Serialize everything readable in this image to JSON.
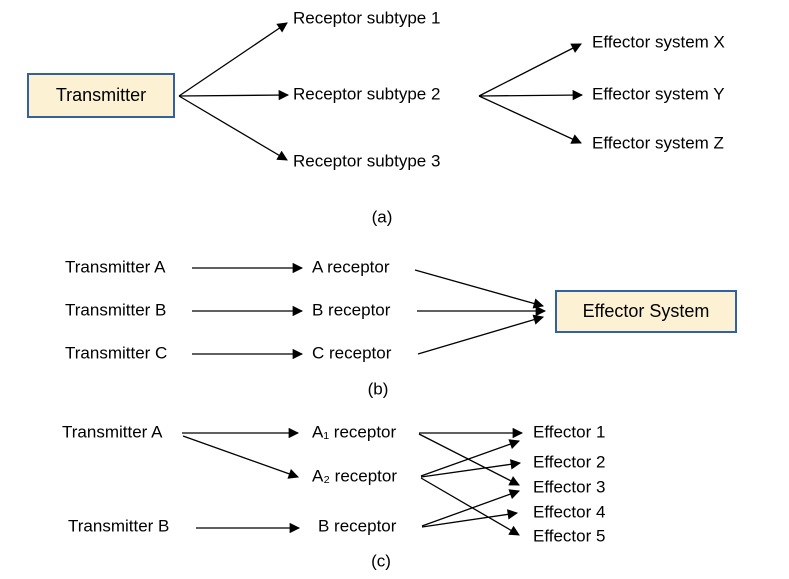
{
  "panels": {
    "a": {
      "caption": "(a)",
      "transmitter_box": "Transmitter",
      "receptors": [
        "Receptor subtype 1",
        "Receptor subtype 2",
        "Receptor subtype 3"
      ],
      "effectors": [
        "Effector system X",
        "Effector system Y",
        "Effector system Z"
      ]
    },
    "b": {
      "caption": "(b)",
      "transmitters": [
        "Transmitter A",
        "Transmitter B",
        "Transmitter C"
      ],
      "receptors": [
        "A receptor",
        "B receptor",
        "C receptor"
      ],
      "effector_box": "Effector System"
    },
    "c": {
      "caption": "(c)",
      "transmitters": [
        "Transmitter A",
        "Transmitter B"
      ],
      "receptors": [
        "A₁ receptor",
        "A₂ receptor",
        "B receptor"
      ],
      "effectors": [
        "Effector 1",
        "Effector 2",
        "Effector 3",
        "Effector 4",
        "Effector 5"
      ]
    }
  },
  "colors": {
    "background": "#FFFFFF",
    "text": "#000000",
    "arrow": "#000000",
    "box_fill": "#FDF1D3",
    "box_border": "#33619F"
  }
}
